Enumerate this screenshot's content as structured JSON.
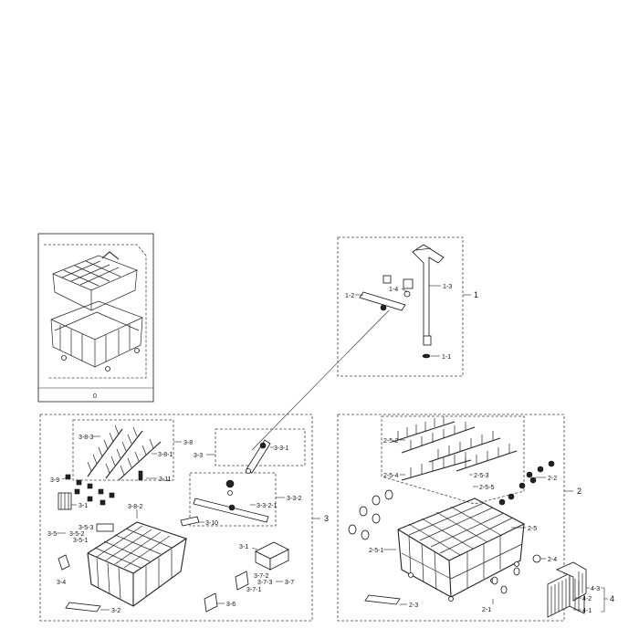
{
  "assembly_box": {
    "label": "0"
  },
  "group_1": {
    "label": "1",
    "parts": {
      "p1_1": "1-1",
      "p1_2": "1-2",
      "p1_3": "1-3",
      "p1_4": "1-4"
    }
  },
  "group_2": {
    "label": "2",
    "parts": {
      "p2_1": "2-1",
      "p2_2": "2-2",
      "p2_3": "2-3",
      "p2_4": "2-4",
      "p2_5": "2-5",
      "p2_5_1": "2-5-1",
      "p2_5_2": "2-5-2",
      "p2_5_3": "2-5-3",
      "p2_5_4": "2-5-4",
      "p2_5_5": "2-5-5"
    }
  },
  "group_3": {
    "label": "3",
    "parts": {
      "p3_1a": "3-1",
      "p3_1b": "3-1",
      "p3_2": "3-2",
      "p3_3": "3-3",
      "p3_3_1": "3-3-1",
      "p3_3_2": "3-3-2",
      "p3_3_2_1": "3-3-2-1",
      "p3_4": "3-4",
      "p3_5": "3-5",
      "p3_5_1": "3-5-1",
      "p3_5_2": "3-5-2",
      "p3_5_3": "3-5-3",
      "p3_6": "3-6",
      "p3_7": "3-7",
      "p3_7_1": "3-7-1",
      "p3_7_2": "3-7-2",
      "p3_7_3": "3-7-3",
      "p3_8": "3-8",
      "p3_8_1": "3-8-1",
      "p3_8_2": "3-8-2",
      "p3_8_3": "3-8-3",
      "p3_9": "3-9",
      "p3_10": "3-10",
      "p3_11": "3-11"
    }
  },
  "group_4": {
    "label": "4",
    "parts": {
      "p4_1": "4-1",
      "p4_2": "4-2",
      "p4_3": "4-3"
    }
  }
}
